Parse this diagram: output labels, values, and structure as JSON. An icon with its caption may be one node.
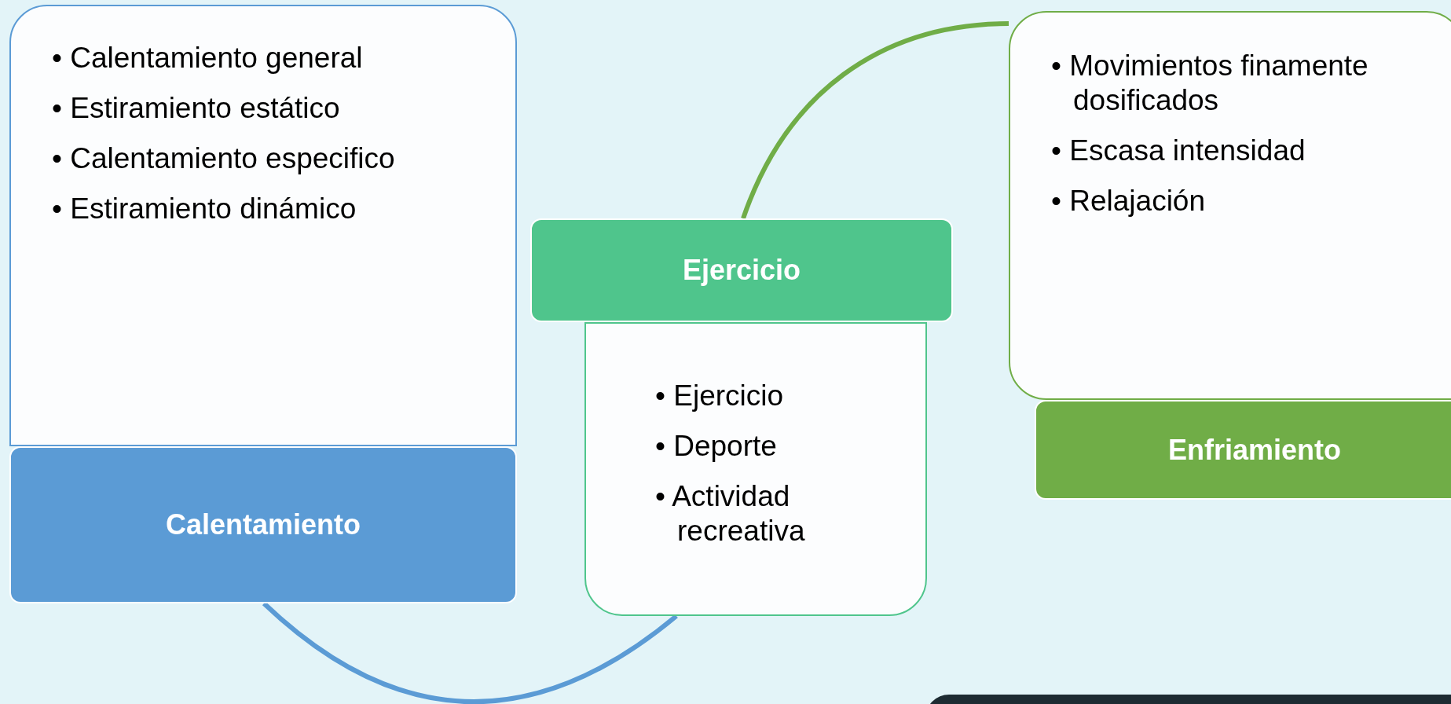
{
  "diagram": {
    "nodes": [
      {
        "text": [
          "• Calentamiento general",
          "• Estiramiento estático",
          "• Calentamiento especifico",
          "• Estiramiento dinámico"
        ]
      },
      {
        "text": [
          "Calentamiento"
        ]
      },
      {
        "text": [
          "Ejercicio"
        ]
      },
      {
        "text": [
          "• Ejercicio",
          "• Deporte",
          "• Actividad recreativa"
        ]
      },
      {
        "text": [
          "• Movimientos finamente dosificados",
          "• Escasa intensidad",
          "• Relajación"
        ]
      },
      {
        "text": [
          "Enfriamiento"
        ]
      }
    ],
    "edges": [
      {
        "from": 1,
        "to": 3,
        "arrow": "none",
        "color": "#5b9bd5"
      },
      {
        "from": 2,
        "to": 4,
        "arrow": "none",
        "color": "#70ad47"
      }
    ]
  }
}
